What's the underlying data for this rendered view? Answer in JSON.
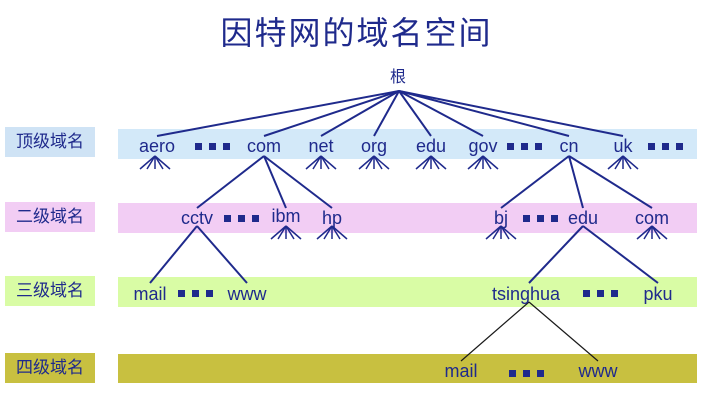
{
  "title": "因特网的域名空间",
  "root": "根",
  "levels": [
    "顶级域名",
    "二级域名",
    "三级域名",
    "四级域名"
  ],
  "top_level": [
    "aero",
    "com",
    "net",
    "org",
    "edu",
    "gov",
    "cn",
    "uk"
  ],
  "second_level": [
    "cctv",
    "ibm",
    "hp",
    "bj",
    "edu",
    "com"
  ],
  "third_level": [
    "mail",
    "www",
    "tsinghua",
    "pku"
  ],
  "fourth_level": [
    "mail",
    "www"
  ],
  "colors": {
    "text": "#1f2a8c",
    "band_top": "#d3e9f9",
    "band_second": "#f2cdf4",
    "band_third": "#d9fca5",
    "band_fourth": "#c8c040",
    "label_top_bg": "#cfe3f5",
    "label_second_bg": "#f2cdf4",
    "label_third_bg": "#d9fca5",
    "label_fourth_bg": "#c8c040"
  }
}
